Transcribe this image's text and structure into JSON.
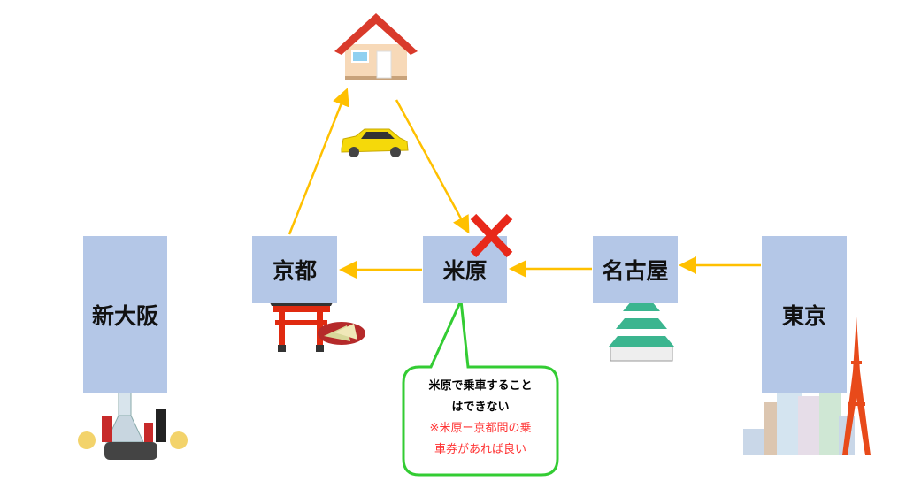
{
  "stations": {
    "shin_osaka": "新大阪",
    "kyoto": "京都",
    "maibara": "米原",
    "nagoya": "名古屋",
    "tokyo": "東京"
  },
  "callout": {
    "line1": "米原で乗車すること",
    "line2": "はできない",
    "note1": "※米原ー京都間の乗",
    "note2": "車券があれば良い"
  },
  "colors": {
    "station_box": "#b4c7e7",
    "arrow": "#ffc000",
    "cross": "#e8281a",
    "callout_border": "#33cc33",
    "note_text": "#ff3333"
  }
}
